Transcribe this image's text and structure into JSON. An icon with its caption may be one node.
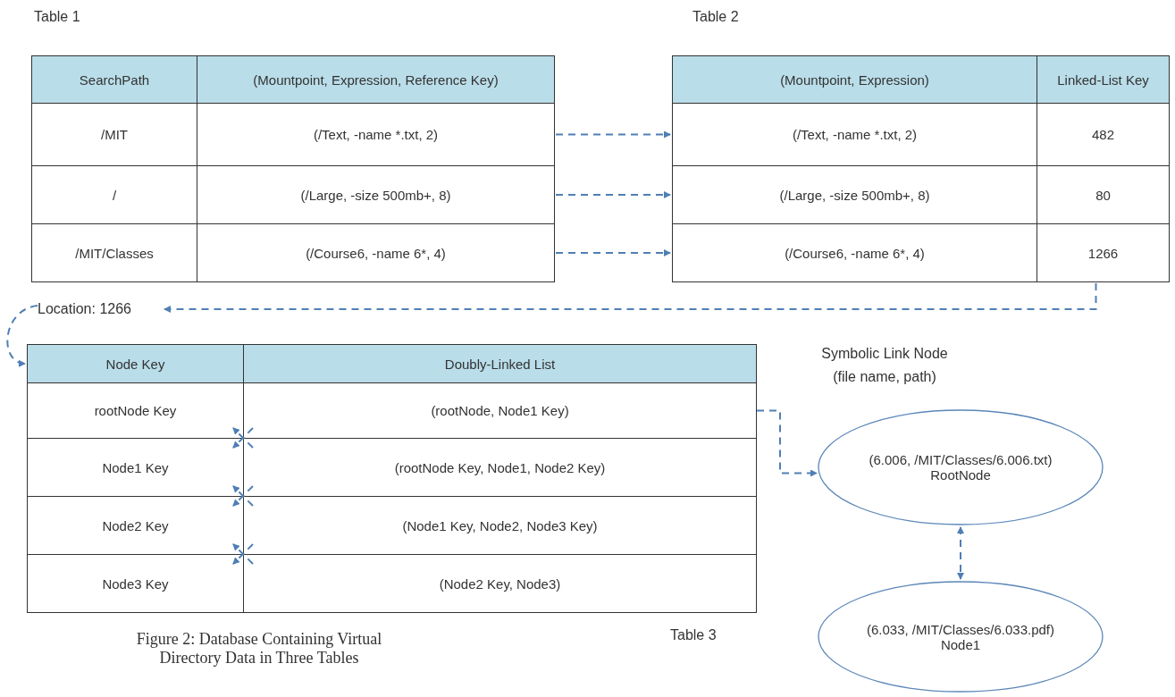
{
  "diagram": {
    "caption": "Figure 2: Database Containing Virtual Directory Data in Three Tables",
    "nodes": [
      {
        "text": [
          "SearchPath"
        ]
      },
      {
        "text": [
          "(Mountpoint, Expression, Reference Key)"
        ]
      },
      {
        "text": [
          "/MIT"
        ]
      },
      {
        "text": [
          "(/Text, -name *.txt, 2)"
        ]
      },
      {
        "text": [
          "/"
        ]
      },
      {
        "text": [
          "(/Large, -size 500mb+, 8)"
        ]
      },
      {
        "text": [
          "/MIT/Classes"
        ]
      },
      {
        "text": [
          "(/Course6, -name 6*, 4)"
        ]
      },
      {
        "text": [
          "(Mountpoint, Expression)"
        ]
      },
      {
        "text": [
          "Linked-List Key"
        ]
      },
      {
        "text": [
          "(/Text, -name *.txt, 2)"
        ]
      },
      {
        "text": [
          "482"
        ]
      },
      {
        "text": [
          "(/Large, -size 500mb+, 8)"
        ]
      },
      {
        "text": [
          "80"
        ]
      },
      {
        "text": [
          "(/Course6, -name 6*, 4)"
        ]
      },
      {
        "text": [
          "1266"
        ]
      },
      {
        "text": [
          "Location: 1266"
        ]
      },
      {
        "text": [
          "Node Key"
        ]
      },
      {
        "text": [
          "Doubly-Linked List"
        ]
      },
      {
        "text": [
          "rootNode Key"
        ]
      },
      {
        "text": [
          "(rootNode, Node1 Key)"
        ]
      },
      {
        "text": [
          "Node1 Key"
        ]
      },
      {
        "text": [
          "(rootNode Key, Node1, Node2 Key)"
        ]
      },
      {
        "text": [
          "Node2 Key"
        ]
      },
      {
        "text": [
          "(Node1 Key, Node2, Node3 Key)"
        ]
      },
      {
        "text": [
          "Node3 Key"
        ]
      },
      {
        "text": [
          "(Node2 Key, Node3)"
        ]
      },
      {
        "text": [
          "(6.006, /MIT/Classes/6.006.txt)",
          "RootNode"
        ]
      },
      {
        "text": [
          "(6.033, /MIT/Classes/6.033.pdf)",
          "Node1"
        ]
      }
    ],
    "edges": [
      {
        "from": 3,
        "to": 10,
        "arrow": "to",
        "style": "dashed"
      },
      {
        "from": 5,
        "to": 12,
        "arrow": "to",
        "style": "dashed"
      },
      {
        "from": 7,
        "to": 14,
        "arrow": "to",
        "style": "dashed"
      },
      {
        "from": 15,
        "to": 16,
        "arrow": "to",
        "style": "dashed"
      },
      {
        "from": 16,
        "to": 17,
        "arrow": "to",
        "style": "dashed"
      },
      {
        "from": 20,
        "to": 27,
        "arrow": "to",
        "style": "dashed"
      },
      {
        "from": 22,
        "to": 19,
        "arrow": "to",
        "style": "dashed"
      },
      {
        "from": 20,
        "to": 21,
        "arrow": "to",
        "style": "dashed"
      },
      {
        "from": 24,
        "to": 21,
        "arrow": "to",
        "style": "dashed"
      },
      {
        "from": 22,
        "to": 23,
        "arrow": "to",
        "style": "dashed"
      },
      {
        "from": 26,
        "to": 23,
        "arrow": "to",
        "style": "dashed"
      },
      {
        "from": 24,
        "to": 25,
        "arrow": "to",
        "style": "dashed"
      },
      {
        "from": 27,
        "to": 28,
        "arrow": "both",
        "style": "dashed"
      }
    ],
    "labels": [
      "Table 1",
      "Table 2",
      "Symbolic Link Node (file name, path)",
      "Table 3"
    ]
  }
}
